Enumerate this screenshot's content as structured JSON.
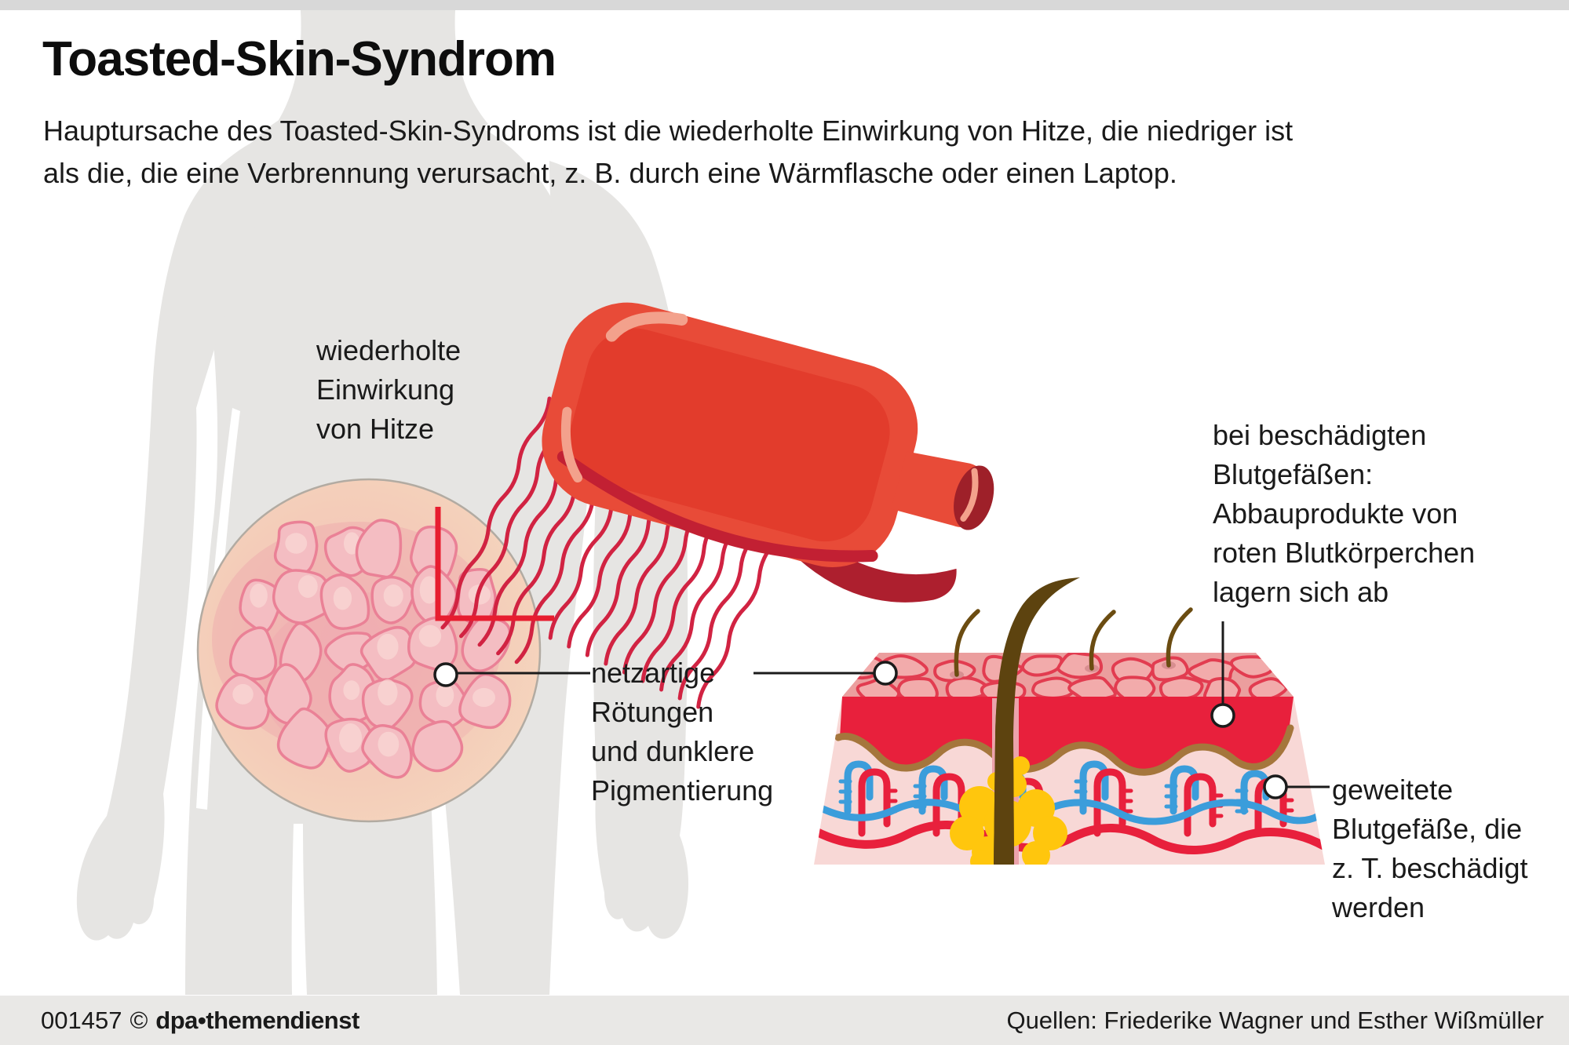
{
  "title": "Toasted-Skin-Syndrom",
  "intro": {
    "line1": "Hauptursache des Toasted-Skin-Syndroms ist die wiederholte Einwirkung von Hitze, die niedriger ist",
    "line2": "als die, die eine Verbrennung verursacht, z. B. durch eine Wärmflasche oder einen Laptop."
  },
  "labels": {
    "heat": {
      "lines": [
        "wiederholte",
        "Einwirkung",
        "von Hitze"
      ]
    },
    "reticular": {
      "lines": [
        "netzartige",
        "Rötungen",
        "und dunklere",
        "Pigmentierung"
      ]
    },
    "deposits": {
      "lines": [
        "bei beschädigten",
        "Blutgefäßen:",
        "Abbauprodukte von",
        "roten Blutkörperchen",
        "lagern sich ab"
      ]
    },
    "vessels": {
      "lines": [
        "geweitete",
        "Blutgefäße, die",
        "z. T. beschädigt",
        "werden"
      ]
    }
  },
  "footer": {
    "id": "001457",
    "copyright": "©",
    "brand": "dpa•themendienst",
    "sources": "Quellen: Friederike Wagner und Esther Wißmüller"
  },
  "colors": {
    "page_bg": "#ffffff",
    "bar_top": "#d8d8d8",
    "bar_bottom": "#e9e8e6",
    "silhouette": "#e6e5e3",
    "text": "#1a1a1a",
    "wave": "#d12342",
    "bracket": "#e71d2f",
    "bottle_main": "#e84b38",
    "bottle_inner": "#e23c2c",
    "bottle_highlight": "#f3a18c",
    "bottle_rim": "#c22033",
    "bottle_dark": "#ad1f2e",
    "bottle_opening": "#9e2029",
    "skin_edge": "#b2aba2",
    "skin_light": "#f6dcc1",
    "skin_mid": "#f4cdb9",
    "skin_blush": "#f3bdbc",
    "lesion_fill": "#f4bdc2",
    "lesion_stroke": "#ea8196",
    "lesion_light": "#f9d8d4",
    "lesion_shadow": "#eda3ab",
    "face_fill": "#eb9e9e",
    "face_fill_light": "#f2abab",
    "crackle": "#e23c50",
    "crimson": "#e8203c",
    "blue": "#3b9ddb",
    "brown": "#a5763c",
    "dermis": "#f8d8d6",
    "yellow": "#ffc60d",
    "hair": "#6b4c11",
    "hair_dark": "#5d430f",
    "sheath": "#eca3ac",
    "follicle": "#d88e90",
    "callout": "#1b1b1b"
  }
}
